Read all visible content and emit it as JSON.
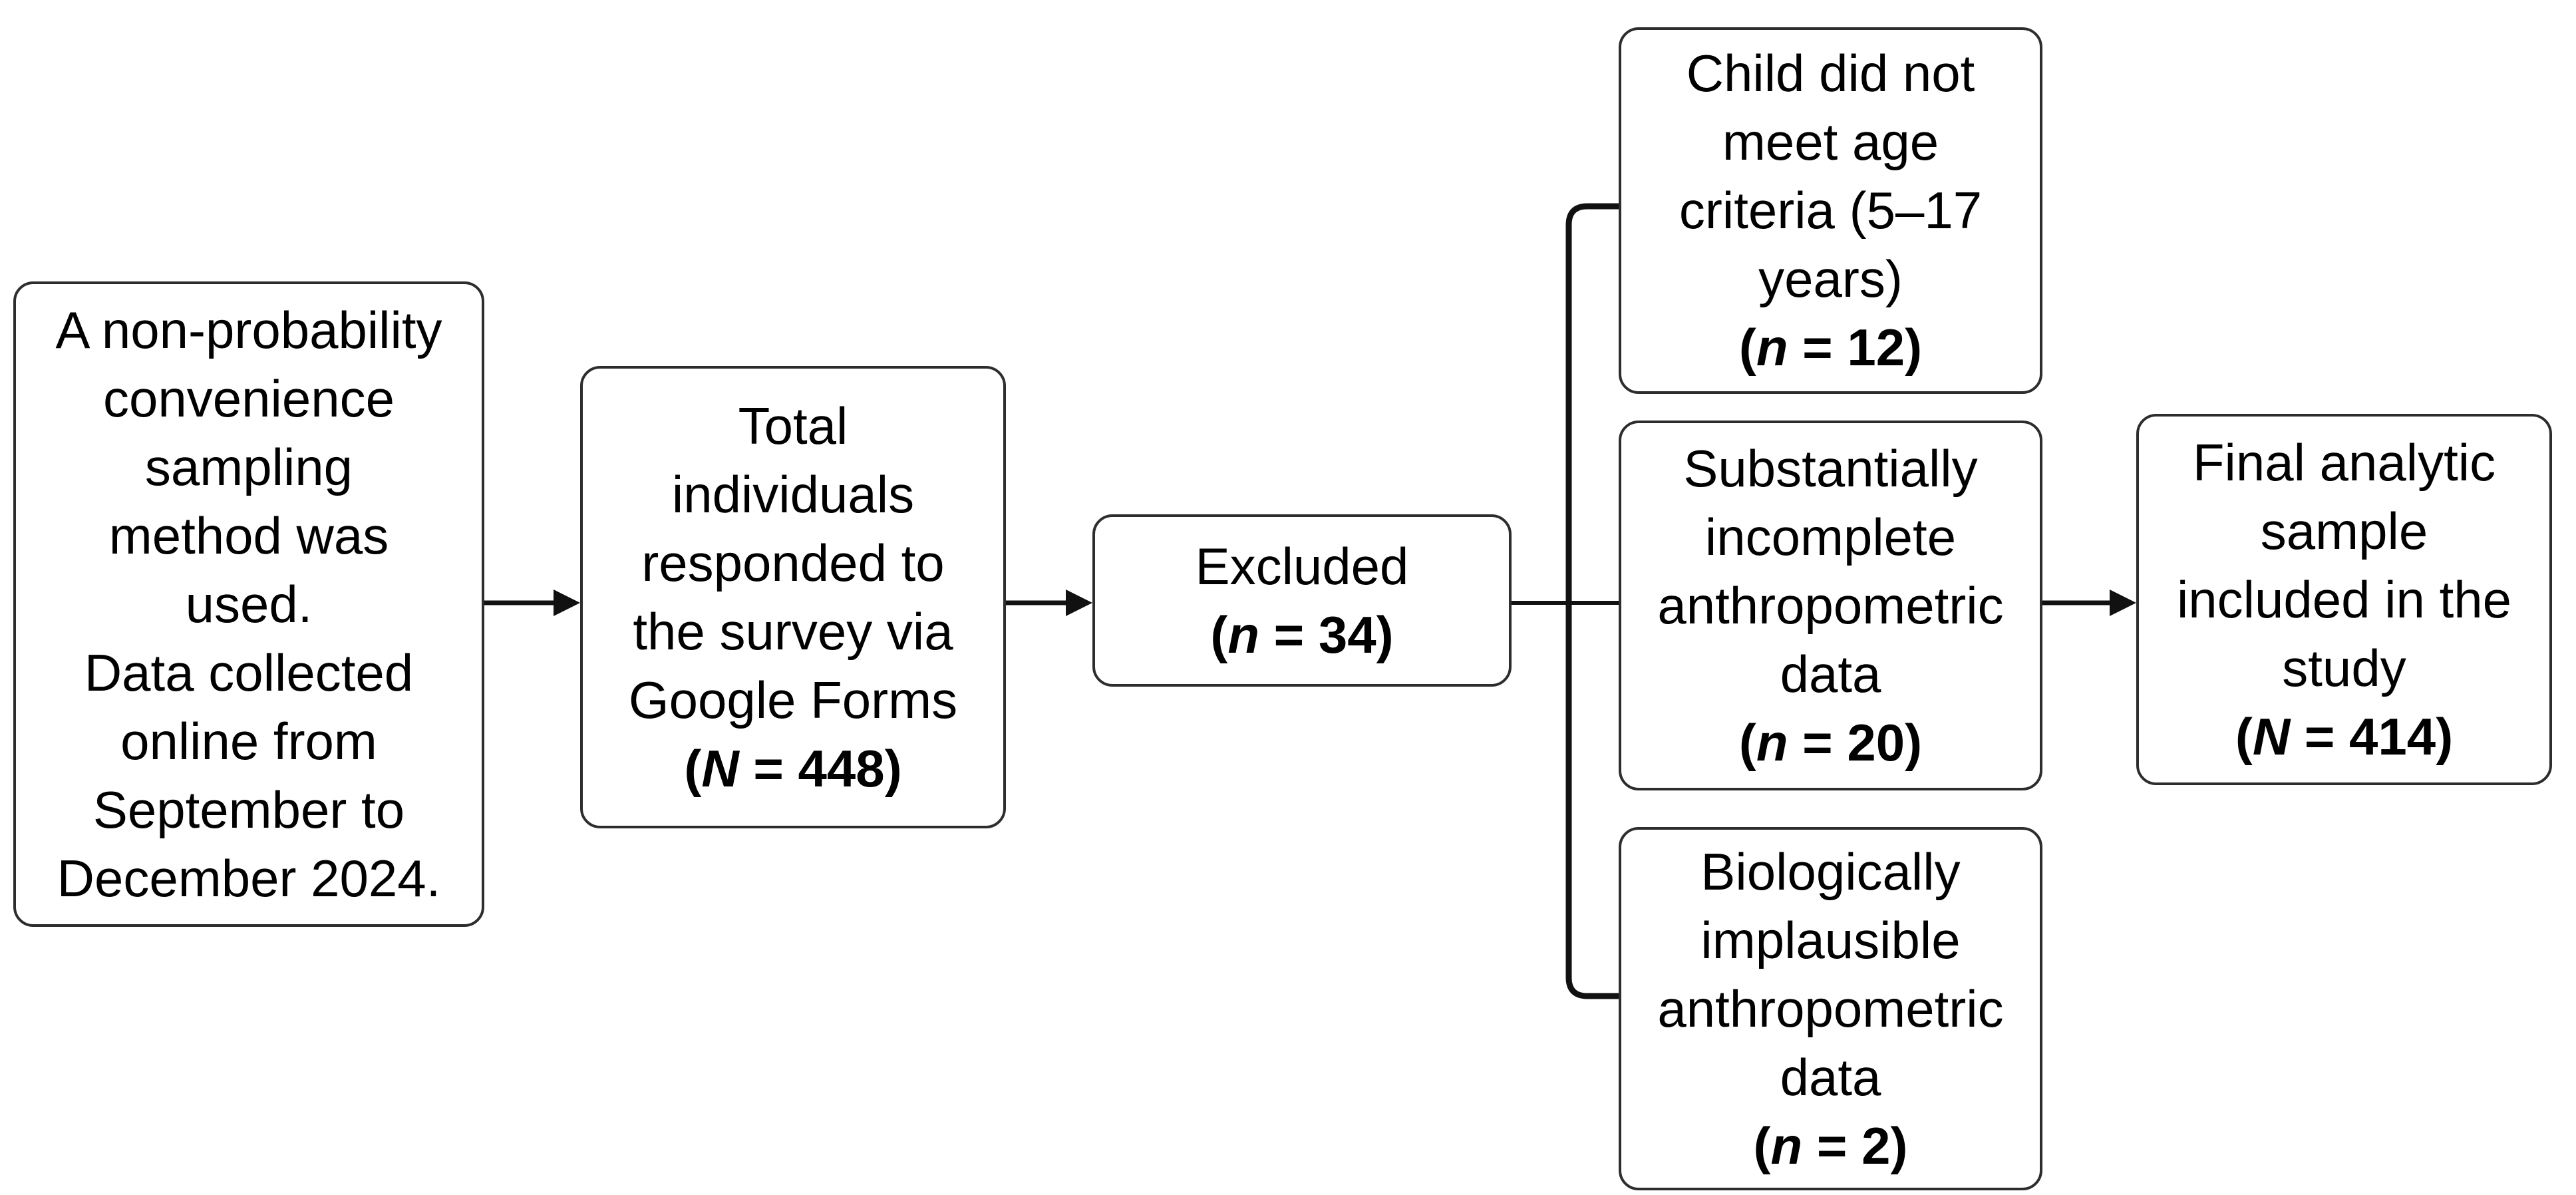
{
  "figure": {
    "type": "study-flow-diagram",
    "colors": {
      "background": "#ffffff",
      "box_border": "#2d2d2d",
      "text": "#000000",
      "connector": "#111111"
    }
  },
  "boxes": {
    "sampling_note": {
      "lines": [
        "A non-probability",
        "convenience",
        "sampling",
        "method was",
        "used.",
        "Data collected",
        "online from",
        "September to",
        "December 2024."
      ]
    },
    "total_responded": {
      "lines": [
        "Total",
        "individuals",
        "responded to",
        "the survey via",
        "Google Forms"
      ],
      "count": {
        "open": "(",
        "symbol": "N",
        "rest": " = 448)"
      }
    },
    "excluded": {
      "lines": [
        "Excluded"
      ],
      "count": {
        "open": "(",
        "symbol": "n",
        "rest": " = 34)"
      }
    },
    "age_criteria": {
      "lines": [
        "Child did not",
        "meet age",
        "criteria (5–17",
        "years)"
      ],
      "count": {
        "open": "(",
        "symbol": "n",
        "rest": " = 12)"
      }
    },
    "incomplete_data": {
      "lines": [
        "Substantially",
        "incomplete",
        "anthropometric",
        "data"
      ],
      "count": {
        "open": "(",
        "symbol": "n",
        "rest": " = 20)"
      }
    },
    "implausible_data": {
      "lines": [
        "Biologically",
        "implausible",
        "anthropometric",
        "data"
      ],
      "count": {
        "open": "(",
        "symbol": "n",
        "rest": " = 2)"
      }
    },
    "final_sample": {
      "lines": [
        "Final analytic",
        "sample",
        "included in the",
        "study"
      ],
      "count": {
        "open": "(",
        "symbol": "N",
        "rest": " = 414)"
      }
    }
  }
}
